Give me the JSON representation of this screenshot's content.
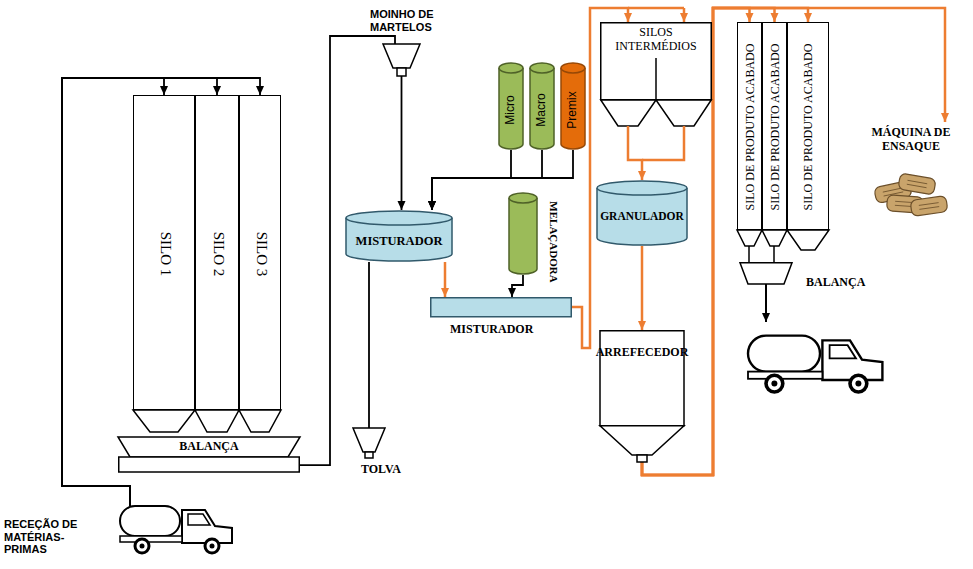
{
  "diagram": {
    "nodes": [
      {
        "text": [
          "SILO 1"
        ]
      },
      {
        "text": [
          "SILO 2"
        ]
      },
      {
        "text": [
          "SILO 3"
        ]
      },
      {
        "text": [
          "BALANÇA"
        ]
      },
      {
        "text": [
          "MOINHO DE MARTELOS"
        ]
      },
      {
        "text": [
          "TOLVA"
        ]
      },
      {
        "text": [
          "Micro"
        ]
      },
      {
        "text": [
          "Macro"
        ]
      },
      {
        "text": [
          "Premix"
        ]
      },
      {
        "text": [
          "MISTURADOR"
        ]
      },
      {
        "text": [
          "MELAÇADORA"
        ]
      },
      {
        "text": [
          "MISTURADOR"
        ]
      },
      {
        "text": [
          "SILOS INTERMÉDIOS"
        ]
      },
      {
        "text": [
          "GRANULADOR"
        ]
      },
      {
        "text": [
          "ARREFECEDOR"
        ]
      },
      {
        "text": [
          "SILO DE PRODUTO ACABADO"
        ]
      },
      {
        "text": [
          "SILO DE PRODUTO ACABADO"
        ]
      },
      {
        "text": [
          "SILO DE PRODUTO ACABADO"
        ]
      },
      {
        "text": [
          "BALANÇA"
        ]
      },
      {
        "text": [
          "MÁQUINA DE ENSAQUE"
        ]
      },
      {
        "text": [
          "RECEÇÃO DE MATÉRIAS-PRIMAS"
        ]
      }
    ],
    "edges": [
      {
        "from": 20,
        "to": 0,
        "arrow": "to"
      },
      {
        "from": 20,
        "to": 1,
        "arrow": "to"
      },
      {
        "from": 20,
        "to": 2,
        "arrow": "to"
      },
      {
        "from": 3,
        "to": 4,
        "arrow": "none"
      },
      {
        "from": 4,
        "to": 9,
        "arrow": "to"
      },
      {
        "from": 9,
        "to": 5,
        "arrow": "none"
      },
      {
        "from": 6,
        "to": 9,
        "arrow": "to"
      },
      {
        "from": 7,
        "to": 9,
        "arrow": "to"
      },
      {
        "from": 8,
        "to": 9,
        "arrow": "to"
      },
      {
        "from": 9,
        "to": 11,
        "arrow": "to"
      },
      {
        "from": 10,
        "to": 11,
        "arrow": "to"
      },
      {
        "from": 11,
        "to": 12,
        "arrow": "to"
      },
      {
        "from": 12,
        "to": 13,
        "arrow": "to"
      },
      {
        "from": 13,
        "to": 14,
        "arrow": "to"
      },
      {
        "from": 14,
        "to": 15,
        "arrow": "to"
      },
      {
        "from": 14,
        "to": 16,
        "arrow": "to"
      },
      {
        "from": 14,
        "to": 17,
        "arrow": "to"
      },
      {
        "from": 14,
        "to": 19,
        "arrow": "to"
      }
    ]
  }
}
